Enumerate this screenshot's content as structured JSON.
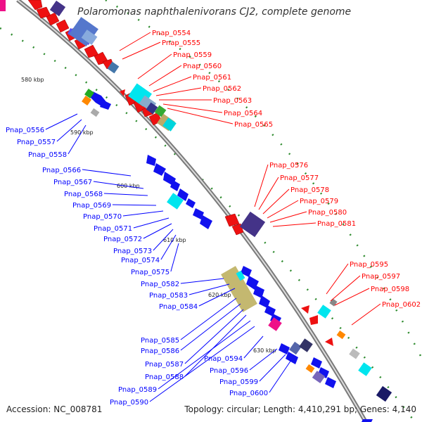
{
  "header": {
    "title": "Polaromonas naphthalenivorans CJ2, complete genome"
  },
  "footer": {
    "accession": "Accession: NC_008781",
    "topology": "Topology: circular; Length: 4,410,291 bp; Genes: 4,140"
  },
  "colors": {
    "forward_label": "#ff0000",
    "reverse_label": "#0000ff",
    "backbone": "#9a9a9a",
    "tick": "#2e8b2e"
  },
  "scale_ticks": [
    "580 kbp",
    "590 kbp",
    "600 kbp",
    "610 kbp",
    "620 kbp",
    "630 kbp"
  ],
  "forward_labels": [
    "Pnap_0554",
    "Pnap_0555",
    "Pnap_0559",
    "Pnap_0560",
    "Pnap_0561",
    "Pnap_0562",
    "Pnap_0563",
    "Pnap_0564",
    "Pnap_0565",
    "Pnap_0576",
    "Pnap_0577",
    "Pnap_0578",
    "Pnap_0579",
    "Pnap_0580",
    "Pnap_0581",
    "Pnap_0595",
    "Pnap_0597",
    "Pnap_0598",
    "Pnap_0602"
  ],
  "reverse_labels": [
    "Pnap_0556",
    "Pnap_0557",
    "Pnap_0558",
    "Pnap_0566",
    "Pnap_0567",
    "Pnap_0568",
    "Pnap_0569",
    "Pnap_0570",
    "Pnap_0571",
    "Pnap_0572",
    "Pnap_0573",
    "Pnap_0574",
    "Pnap_0575",
    "Pnap_0582",
    "Pnap_0583",
    "Pnap_0584",
    "Pnap_0585",
    "Pnap_0586",
    "Pnap_0587",
    "Pnap_0588",
    "Pnap_0589",
    "Pnap_0590",
    "Pnap_0594",
    "Pnap_0596",
    "Pnap_0599",
    "Pnap_0600"
  ]
}
